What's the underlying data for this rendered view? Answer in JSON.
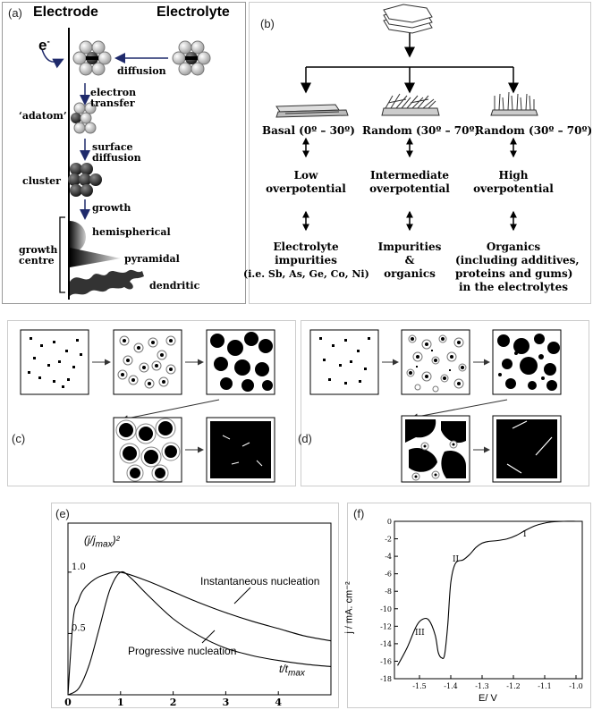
{
  "panel_a": {
    "label": "(a)",
    "electrode": "Electrode",
    "electrolyte": "Electrolyte",
    "electron": "e",
    "electron_sup": "-",
    "diffusion": "diffusion",
    "electron_transfer_1": "electron",
    "electron_transfer_2": "transfer",
    "adatom": "‘adatom’",
    "surface_diffusion_1": "surface",
    "surface_diffusion_2": "diffusion",
    "cluster": "cluster",
    "growth": "growth",
    "growth_centre_1": "growth",
    "growth_centre_2": "centre",
    "hemispherical": "hemispherical",
    "pyramidal": "pyramidal",
    "dendritic": "dendritic"
  },
  "panel_b": {
    "label": "(b)",
    "col1_title": "Basal (0º – 30º)",
    "col2_title": "Random (30º – 70º)",
    "col3_title": "Random (30º – 70º)",
    "col1_op_1": "Low",
    "col1_op_2": "overpotential",
    "col2_op_1": "Intermediate",
    "col2_op_2": "overpotential",
    "col3_op_1": "High",
    "col3_op_2": "overpotential",
    "col1_imp_1": "Electrolyte",
    "col1_imp_2": "impurities",
    "col1_imp_3": "(i.e. Sb, As, Ge, Co, Ni)",
    "col2_imp_1": "Impurities",
    "col2_imp_2": "&",
    "col2_imp_3": "organics",
    "col3_imp_1": "Organics",
    "col3_imp_2": "(including additives,",
    "col3_imp_3": "proteins and gums)",
    "col3_imp_4": "in the electrolytes"
  },
  "panel_c": {
    "label": "(c)"
  },
  "panel_d": {
    "label": "(d)"
  },
  "panel_e": {
    "label": "(e)",
    "ylabel": "(j/jmax)²",
    "xlabel": "t/tmax",
    "instantaneous": "Instantaneous nucleation",
    "progressive": "Progressive nucleation"
  },
  "panel_f": {
    "label": "(f)",
    "ylabel": "j / mA. cm⁻²",
    "xlabel": "E/ V",
    "region_I": "I",
    "region_II": "II",
    "region_III": "III"
  },
  "chart_data": [
    {
      "type": "line",
      "panel": "e",
      "xlabel": "t/tmax",
      "ylabel": "(j/jmax)²",
      "xlim": [
        0,
        5
      ],
      "ylim": [
        0,
        1.4
      ],
      "xticks": [
        0,
        1,
        2,
        3,
        4
      ],
      "yticks": [
        0.5,
        1.0
      ],
      "ytick_labels": [
        "0.5",
        "1.0"
      ],
      "series": [
        {
          "name": "Instantaneous nucleation",
          "x": [
            0,
            0.1,
            0.2,
            0.3,
            0.5,
            0.7,
            1.0,
            1.5,
            2.0,
            2.5,
            3.0,
            3.5,
            4.0,
            4.5,
            5.0
          ],
          "y": [
            0,
            0.62,
            0.77,
            0.86,
            0.94,
            0.98,
            1.0,
            0.93,
            0.84,
            0.75,
            0.67,
            0.6,
            0.54,
            0.48,
            0.44
          ]
        },
        {
          "name": "Progressive nucleation",
          "x": [
            0,
            0.2,
            0.4,
            0.6,
            0.8,
            1.0,
            1.2,
            1.5,
            2.0,
            2.5,
            3.0,
            3.5,
            4.0,
            4.5,
            5.0
          ],
          "y": [
            0,
            0.05,
            0.24,
            0.55,
            0.86,
            1.0,
            0.95,
            0.82,
            0.62,
            0.48,
            0.38,
            0.32,
            0.28,
            0.25,
            0.23
          ]
        }
      ]
    },
    {
      "type": "line",
      "panel": "f",
      "xlabel": "E/ V",
      "ylabel": "j / mA. cm⁻²",
      "xlim": [
        -1.58,
        -0.98
      ],
      "ylim": [
        -18,
        0
      ],
      "xticks": [
        -1.5,
        -1.4,
        -1.3,
        -1.2,
        -1.1,
        -1.0
      ],
      "xtick_labels": [
        "-1.5",
        "-1.4",
        "-1.3",
        "-1.2",
        "-1.1",
        "-1.0"
      ],
      "yticks": [
        0,
        -2,
        -4,
        -6,
        -8,
        -10,
        -12,
        -14,
        -16,
        -18
      ],
      "ytick_labels": [
        "0",
        "-2",
        "-4",
        "-6",
        "-8",
        "-10",
        "-12",
        "-14",
        "-16",
        "-18"
      ],
      "series": [
        {
          "x": [
            -1.57,
            -1.54,
            -1.51,
            -1.49,
            -1.47,
            -1.45,
            -1.44,
            -1.43,
            -1.42,
            -1.41,
            -1.4,
            -1.385,
            -1.36,
            -1.34,
            -1.32,
            -1.3,
            -1.28,
            -1.25,
            -1.22,
            -1.19,
            -1.16,
            -1.13,
            -1.1,
            -1.07,
            -1.04,
            -1.0
          ],
          "y": [
            -16.5,
            -14.5,
            -12.0,
            -11.2,
            -11.3,
            -13.0,
            -15.0,
            -15.6,
            -15.3,
            -12.0,
            -7.0,
            -4.8,
            -4.4,
            -3.8,
            -3.0,
            -2.5,
            -2.3,
            -2.2,
            -2.0,
            -1.6,
            -1.0,
            -0.5,
            -0.2,
            -0.05,
            0.0,
            0.0
          ]
        }
      ]
    }
  ]
}
